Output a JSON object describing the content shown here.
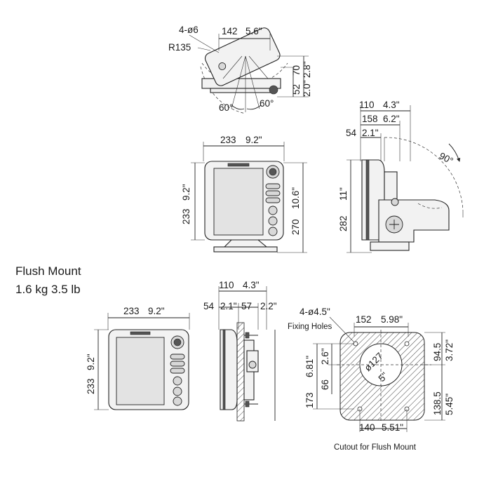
{
  "bracket_view": {
    "holes": "4-ø6",
    "radius": "R135",
    "width_mm": "142",
    "width_in": "5.6\"",
    "h1_mm": "52",
    "h2_mm": "70",
    "h1_in": "2.0\"",
    "h2_in": "2.8\"",
    "angle_left": "60°",
    "angle_right": "60°"
  },
  "front_bracket_view": {
    "width_mm": "233",
    "width_in": "9.2\"",
    "body_h_mm": "233",
    "body_h_in": "9.2\"",
    "total_h_mm": "270",
    "total_h_in": "10.6\""
  },
  "side_bracket_view": {
    "depth_mm": "110",
    "depth_in": "4.3\"",
    "mid_mm": "158",
    "mid_in": "6.2\"",
    "offset_mm": "54",
    "offset_in": "2.1\"",
    "height_mm": "282",
    "height_in": "11\"",
    "tilt": "90°"
  },
  "flush_mount": {
    "title": "Flush Mount",
    "weight": "1.6 kg  3.5 lb",
    "front_w_mm": "233",
    "front_w_in": "9.2\"",
    "front_h_mm": "233",
    "front_h_in": "9.2\"",
    "side_depth_mm": "110",
    "side_depth_in": "4.3\"",
    "side_a_mm": "54",
    "side_a_in": "2.1\"",
    "side_b_mm": "57",
    "side_b_in": "2.2\""
  },
  "cutout": {
    "holes": "4-ø4.5\"",
    "holes_label": "Fixing Holes",
    "top_w_mm": "152",
    "top_w_in": "5.98\"",
    "bottom_w_mm": "140",
    "bottom_w_in": "5.51\"",
    "left_total_mm": "173",
    "left_total_in": "6.81\"",
    "left_inner_mm": "66",
    "left_inner_in": "2.6\"",
    "right_top_mm": "94.5",
    "right_top_in": "3.72\"",
    "right_bottom_mm": "138.5",
    "right_bottom_in": "5.45\"",
    "circle_mm": "ø127",
    "circle_in": "5\"",
    "caption": "Cutout for Flush Mount"
  }
}
